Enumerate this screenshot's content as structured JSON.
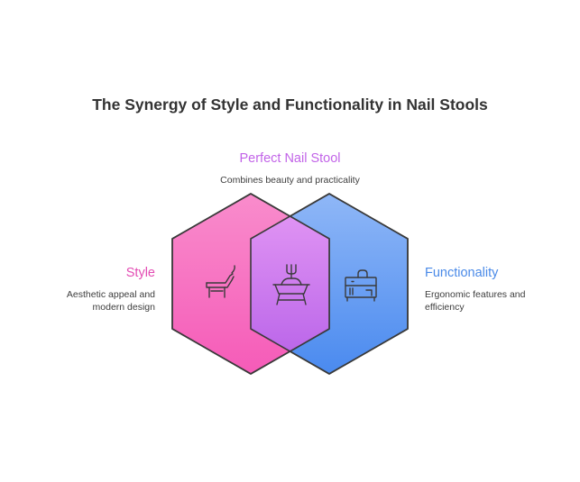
{
  "title": "The Synergy of Style and Functionality in Nail Stools",
  "overlap": {
    "heading": "Perfect Nail Stool",
    "description": "Combines beauty and practicality",
    "icon": "nail-stool-icon",
    "color": "#c264e8"
  },
  "left": {
    "heading": "Style",
    "description": "Aesthetic appeal and modern design",
    "icon": "chaise-lounge-icon",
    "color": "#e34cb3",
    "fill": "#f772c3"
  },
  "right": {
    "heading": "Functionality",
    "description": "Ergonomic features and efficiency",
    "icon": "cabinet-drawer-icon",
    "color": "#4a8ae8",
    "fill": "#5b97f2"
  }
}
